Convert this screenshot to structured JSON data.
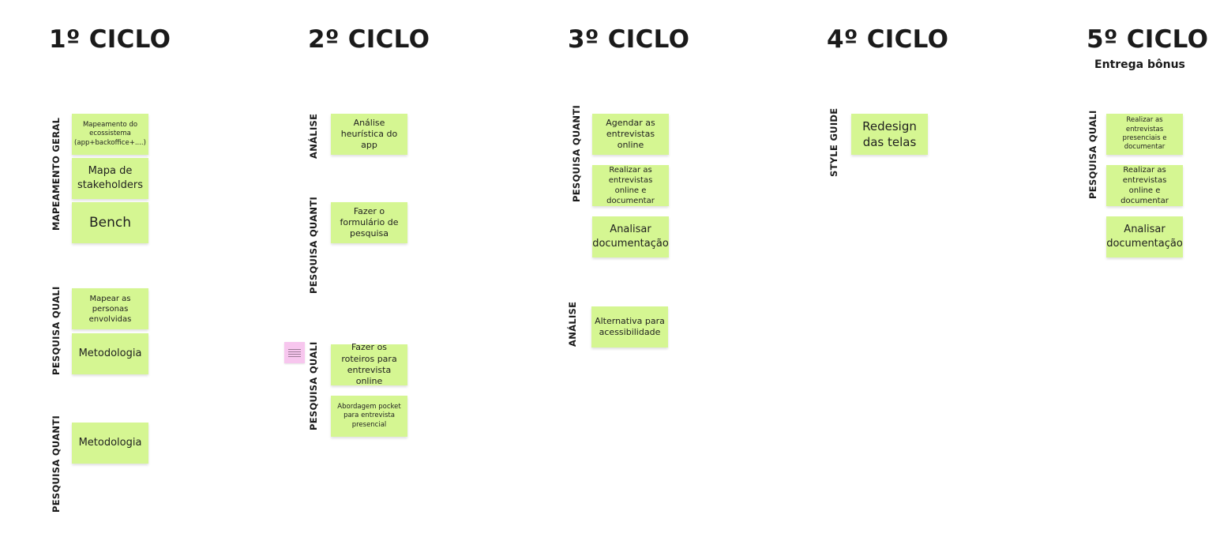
{
  "board": {
    "cycles": [
      {
        "title": "1º CICLO"
      },
      {
        "title": "2º CICLO"
      },
      {
        "title": "3º CICLO"
      },
      {
        "title": "4º CICLO"
      },
      {
        "title": "5º CICLO",
        "subtitle": "Entrega bônus"
      }
    ],
    "sections": {
      "c1_mapeamento": "MAPEAMENTO GERAL",
      "c1_quali": "PESQUISA QUALI",
      "c1_quanti": "PESQUISA QUANTI",
      "c2_analise": "ANÁLISE",
      "c2_quanti": "PESQUISA QUANTI",
      "c2_quali": "PESQUISA QUALI",
      "c3_quanti": "PESQUISA QUANTI",
      "c3_analise": "ANÁLISE",
      "c4_style": "STYLE GUIDE",
      "c5_quali": "PESQUISA QUALI"
    },
    "notes": {
      "c1_n1": "Mapeamento do ecossistema (app+backoffice+....)",
      "c1_n2": "Mapa de stakeholders",
      "c1_n3": "Bench",
      "c1_n4": "Mapear as personas envolvidas",
      "c1_n5": "Metodologia",
      "c1_n6": "Metodologia",
      "c2_n1": "Análise heurística do app",
      "c2_n2": "Fazer o formulário de pesquisa",
      "c2_n3": "Fazer os roteiros para entrevista online",
      "c2_n4": "Abordagem pocket para entrevista presencial",
      "c3_n1": "Agendar as entrevistas online",
      "c3_n2": "Realizar as entrevistas online e documentar",
      "c3_n3": "Analisar documentação",
      "c3_n4": "Alternativa para acessibilidade",
      "c4_n1": "Redesign das telas",
      "c5_n1": "Realizar as entrevistas presenciais e documentar",
      "c5_n2": "Realizar as entrevistas online e documentar",
      "c5_n3": "Analisar documentação"
    },
    "colors": {
      "note": "#d5f692",
      "pink_note": "#f7c6ee",
      "text": "#1a1a1a",
      "background": "#ffffff"
    }
  }
}
